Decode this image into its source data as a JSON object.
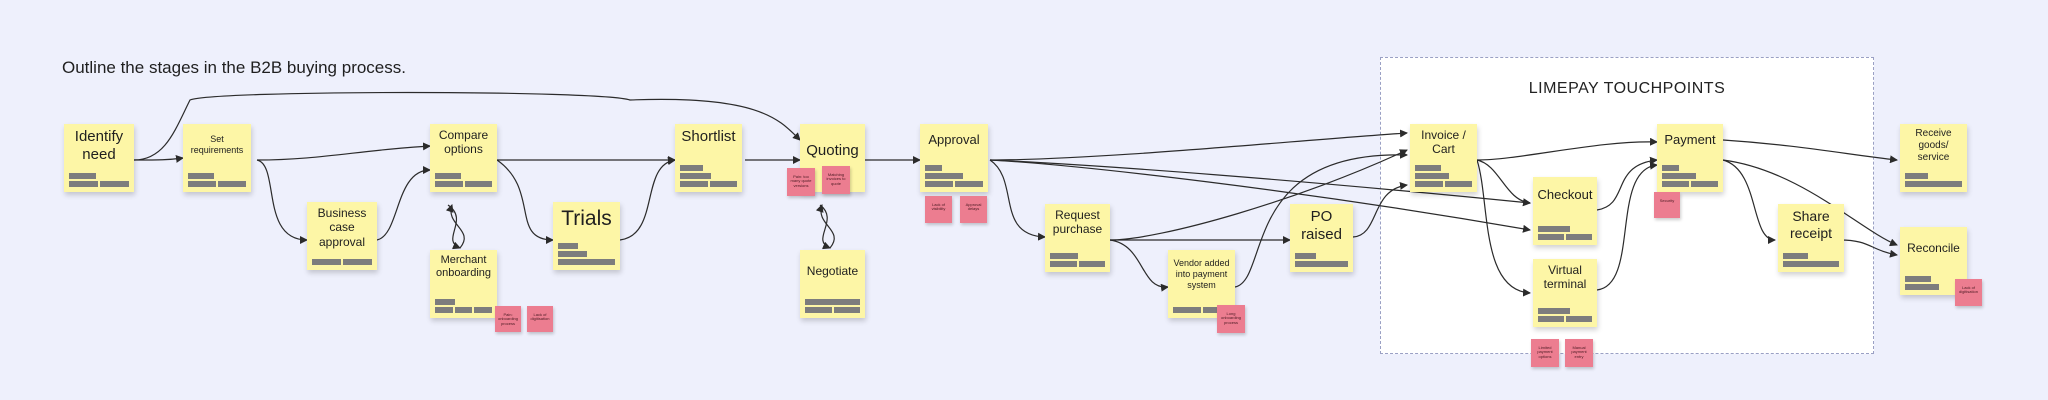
{
  "board": {
    "prompt": "Outline the stages in the B2B buying process.",
    "frame_title": "LIMEPAY TOUCHPOINTS"
  },
  "stickies": {
    "identify_need": "Identify need",
    "set_requirements": "Set requirements",
    "business_case": "Business case approval",
    "compare_options": "Compare options",
    "merchant_onboarding": "Merchant onboarding",
    "trials": "Trials",
    "shortlist": "Shortlist",
    "quoting": "Quoting",
    "negotiate": "Negotiate",
    "approval": "Approval",
    "request_purchase": "Request purchase",
    "vendor_added": "Vendor added into payment system",
    "po_raised": "PO raised",
    "invoice_cart": "Invoice / Cart",
    "checkout": "Checkout",
    "virtual_terminal": "Virtual terminal",
    "payment": "Payment",
    "share_receipt": "Share receipt",
    "receive_goods": "Receive goods/ service",
    "reconcile": "Reconcile"
  },
  "notes": {
    "merchant_1": "Pain: onboarding process",
    "merchant_2": "Lack of digitisation",
    "quoting_1": "Pain: too many quote versions",
    "quoting_2": "Matching invoices to quote",
    "approval_1": "Lack of visibility",
    "approval_2": "Approval delays",
    "vendor_1": "Long onboarding process",
    "payment_1": "Security",
    "terminal_1": "Limited payment options",
    "terminal_2": "Manual payment entry",
    "reconcile_1": "Lack of digitisation"
  }
}
